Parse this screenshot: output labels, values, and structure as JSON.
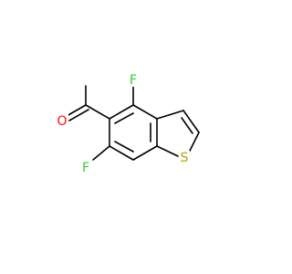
{
  "molecule": {
    "colors": {
      "bond": "#000000",
      "fluorine": "#33cc33",
      "oxygen": "#ff0d0d",
      "sulfur": "#b2a600",
      "background": "#ffffff"
    },
    "atoms": {
      "fluorine_top": "F",
      "fluorine_bottom": "F",
      "oxygen": "O",
      "sulfur": "S"
    }
  }
}
